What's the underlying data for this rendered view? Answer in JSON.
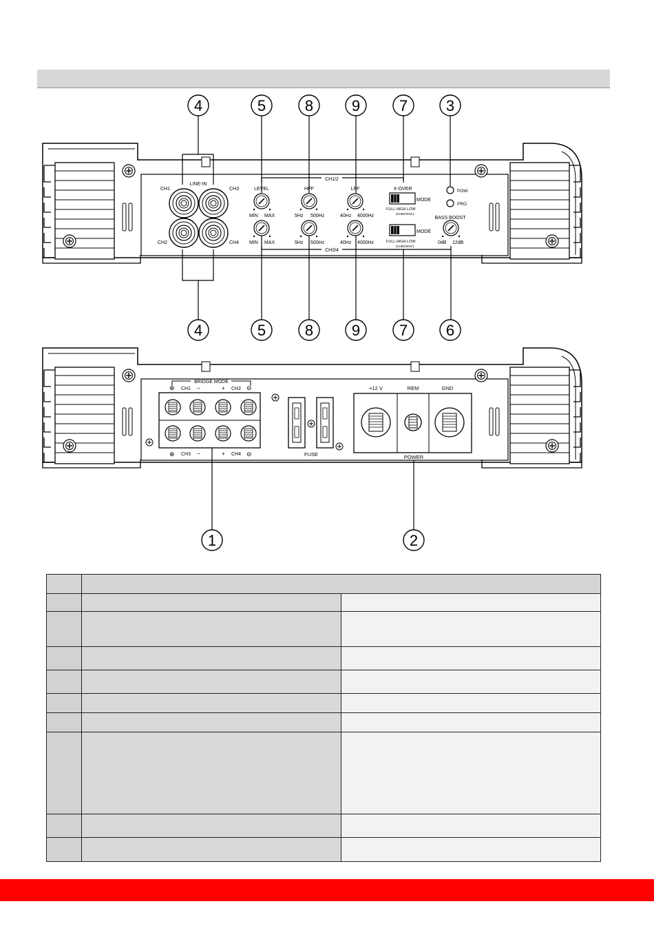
{
  "diagram": {
    "callouts_top": [
      "4",
      "5",
      "8",
      "9",
      "7",
      "3"
    ],
    "callouts_middle": [
      "4",
      "5",
      "8",
      "9",
      "7",
      "6"
    ],
    "callouts_bottom": [
      "1",
      "2"
    ],
    "front": {
      "line_in": "LINE-IN",
      "ch1": "CH1",
      "ch2": "CH2",
      "ch3": "CH3",
      "ch4": "CH4",
      "ch12": "CH1/2",
      "ch34": "CH3/4",
      "level": "LEVEL",
      "hpf": "HPF",
      "lpf": "LPF",
      "xover": "X-OVER",
      "min": "MIN",
      "max": "MAX",
      "hpf_lo": "5Hz",
      "hpf_hi": "500Hz",
      "lpf_lo": "40Hz",
      "lpf_hi": "4000Hz",
      "mode": "MODE",
      "mode_opts": "FULL HIGH LOW",
      "subsonic": "(SUBSONIC)",
      "pow": "POW",
      "pro": "PRO",
      "bass_boost": "BASS BOOST",
      "bb_lo": "0dB",
      "bb_hi": "12dB"
    },
    "rear": {
      "bridge_mode": "BRIDGE MODE",
      "ch1": "CH1",
      "ch2": "CH2",
      "ch3": "CH3",
      "ch4": "CH4",
      "minus": "−",
      "plus": "+",
      "fuse": "FUSE",
      "v12": "+12 V",
      "rem": "REM",
      "gnd": "GND",
      "power": "POWER"
    }
  },
  "table": {
    "rows": [
      {
        "height": 26
      },
      {
        "height": 51
      },
      {
        "height": 34
      },
      {
        "height": 34
      },
      {
        "height": 28
      },
      {
        "height": 28
      },
      {
        "height": 119
      },
      {
        "height": 34
      },
      {
        "height": 35
      }
    ]
  },
  "colors": {
    "accent": "#ff0000",
    "header_gray": "#d7d7d7"
  }
}
